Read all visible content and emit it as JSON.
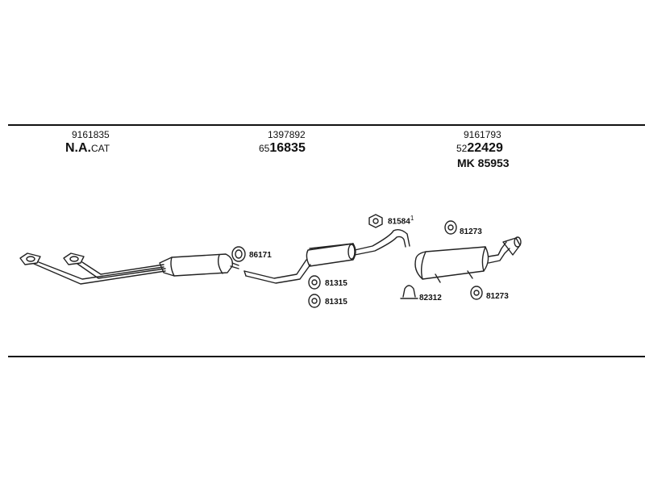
{
  "groups": [
    {
      "code": "9161835",
      "title_main": "N.A.",
      "title_suffix": "CAT"
    },
    {
      "code": "1397892",
      "title_prefix": "65",
      "title_main": "16835"
    },
    {
      "code": "9161793",
      "title_prefix": "52",
      "title_main": "22429",
      "extra": "MK 85953"
    }
  ],
  "parts": {
    "p86171": "86171",
    "p81584": "81584",
    "p81584_sup": "1",
    "p81273a": "81273",
    "p81315a": "81315",
    "p81315b": "81315",
    "p82312": "82312",
    "p81273b": "81273"
  }
}
